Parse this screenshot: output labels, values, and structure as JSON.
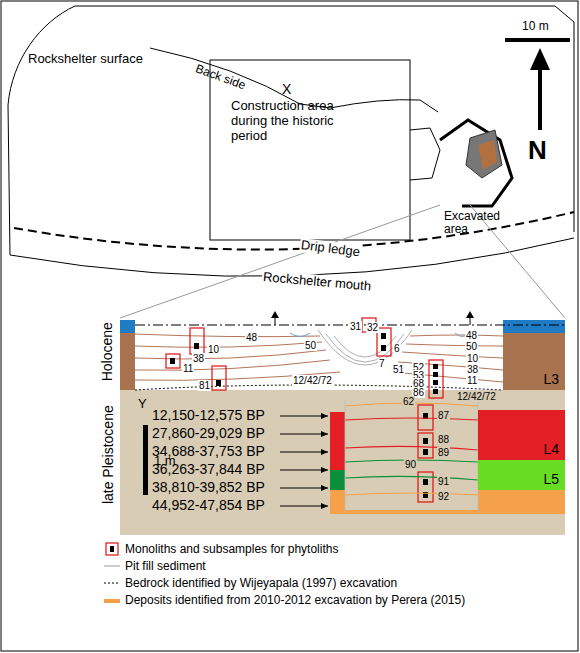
{
  "diagram": {
    "nodes": [
      {
        "text": [
          "Construction area during the historic period"
        ]
      },
      {
        "text": [
          "L3"
        ]
      },
      {
        "text": [
          "L4"
        ]
      },
      {
        "text": [
          "L5"
        ]
      }
    ],
    "labels": [
      "Rockshelter surface",
      "Back side",
      "X",
      "10 m",
      "N",
      "Excavated area",
      "Drip ledge",
      "Rockshelter mouth",
      "Holocene",
      "late Pleistocene",
      "48",
      "10",
      "38",
      "11",
      "81",
      "50",
      "31",
      "32",
      "6",
      "7",
      "51",
      "12/42/72",
      "48",
      "50",
      "52",
      "10",
      "53",
      "38",
      "68",
      "11",
      "86",
      "12/42/72",
      "Y",
      "12,150-12,575 BP",
      "27,860-29,029 BP",
      "34,688-37,753 BP",
      "36,263-37,844 BP",
      "38,810-39,852 BP",
      "44,952-47,854 BP",
      "1 m",
      "62",
      "87",
      "88",
      "89",
      "90",
      "91",
      "92"
    ],
    "legend": [
      {
        "text": "Monoliths and subsamples for phytoliths"
      },
      {
        "text": "Pit fill sediment"
      },
      {
        "text": "Bedrock identified by Wijeyapala (1997) excavation"
      },
      {
        "text": "Deposits identified from 2010-2012 excavation by Perera (2015)",
        "color": "#f5a04a"
      }
    ]
  }
}
